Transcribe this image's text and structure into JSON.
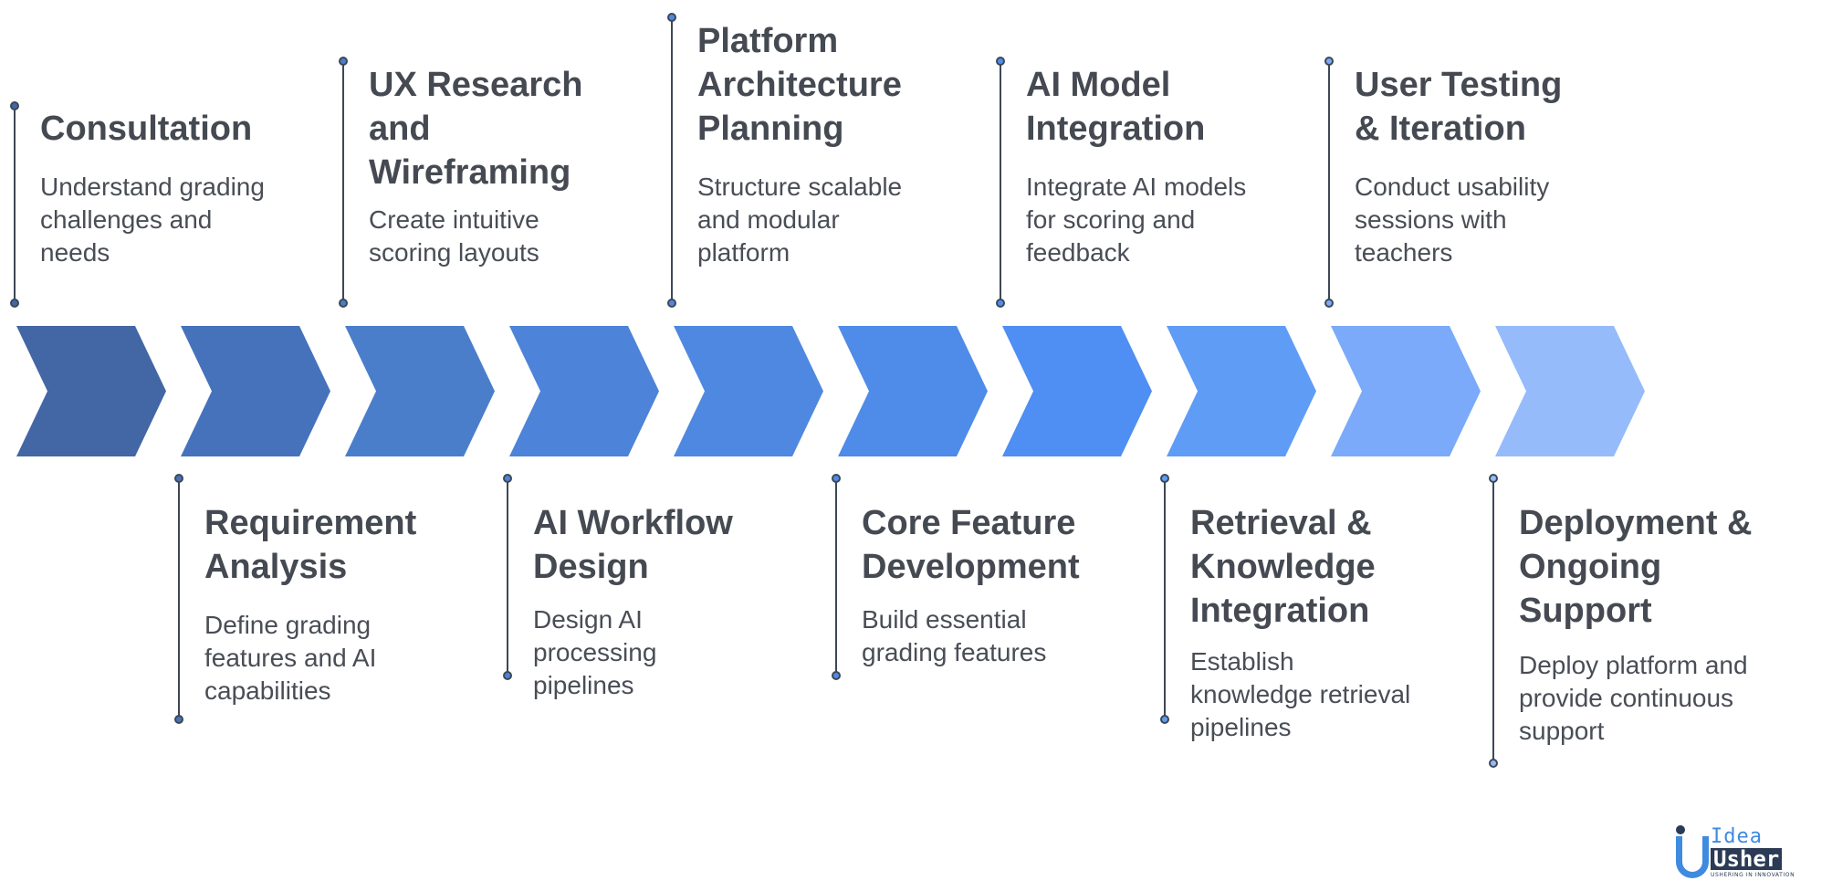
{
  "steps": [
    {
      "title": "Consultation",
      "description": "Understand grading challenges and needs",
      "color": "#4367a4",
      "position": "top"
    },
    {
      "title": "Requirement Analysis",
      "description": "Define grading features and AI capabilities",
      "color": "#4672bc",
      "position": "bottom"
    },
    {
      "title": "UX Research and Wireframing",
      "description": "Create intuitive scoring layouts",
      "color": "#4a7ecb",
      "position": "top"
    },
    {
      "title": "AI Workflow Design",
      "description": "Design AI processing pipelines",
      "color": "#4d83d8",
      "position": "bottom"
    },
    {
      "title": "Platform Architecture Planning",
      "description": "Structure scalable and modular platform",
      "color": "#4f88e1",
      "position": "top"
    },
    {
      "title": "Core Feature Development",
      "description": "Build essential grading features",
      "color": "#4f8be8",
      "position": "bottom"
    },
    {
      "title": "AI Model Integration",
      "description": "Integrate AI models for scoring and feedback",
      "color": "#4f8ef2",
      "position": "top"
    },
    {
      "title": "Retrieval & Knowledge Integration",
      "description": "Establish knowledge retrieval pipelines",
      "color": "#5f9cf6",
      "position": "bottom"
    },
    {
      "title": "User Testing & Iteration",
      "description": "Conduct usability sessions with teachers",
      "color": "#7aaaf9",
      "position": "top"
    },
    {
      "title": "Deployment & Ongoing Support",
      "description": "Deploy platform and provide continuous support",
      "color": "#95bbfb",
      "position": "bottom"
    }
  ],
  "logo": {
    "line1": "Idea",
    "line2": "Usher",
    "tagline": "USHERING IN INNOVATION",
    "accent_color": "#3e8be0",
    "dark_color": "#2b3a55"
  }
}
